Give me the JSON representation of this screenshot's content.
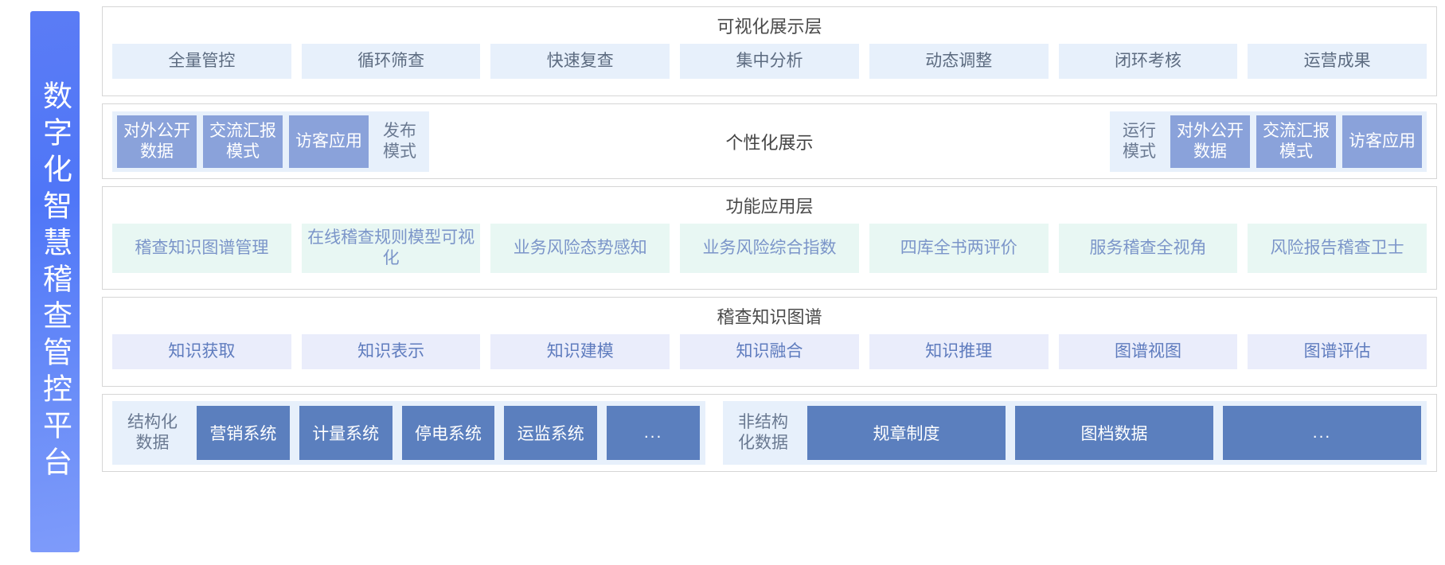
{
  "sidebar": {
    "title": "数字化智慧稽查管控平台"
  },
  "layers": {
    "visualization": {
      "title": "可视化展示层",
      "items": [
        "全量管控",
        "循环筛查",
        "快速复查",
        "集中分析",
        "动态调整",
        "闭环考核",
        "运营成果"
      ]
    },
    "personalized": {
      "title": "个性化展示",
      "left_group": [
        {
          "label": "对外公开\n数据",
          "style": "solid"
        },
        {
          "label": "交流汇报\n模式",
          "style": "solid"
        },
        {
          "label": "访客应用",
          "style": "solid"
        },
        {
          "label": "发布\n模式",
          "style": "plain"
        }
      ],
      "right_group": [
        {
          "label": "运行\n模式",
          "style": "plain"
        },
        {
          "label": "对外公开\n数据",
          "style": "solid"
        },
        {
          "label": "交流汇报\n模式",
          "style": "solid"
        },
        {
          "label": "访客应用",
          "style": "solid"
        }
      ]
    },
    "application": {
      "title": "功能应用层",
      "items": [
        "稽查知识图谱管理",
        "在线稽查规则模型可视化",
        "业务风险态势感知",
        "业务风险综合指数",
        "四库全书两评价",
        "服务稽查全视角",
        "风险报告稽查卫士"
      ]
    },
    "knowledge_graph": {
      "title": "稽查知识图谱",
      "items": [
        "知识获取",
        "知识表示",
        "知识建模",
        "知识融合",
        "知识推理",
        "图谱视图",
        "图谱评估"
      ]
    },
    "data_source": {
      "structured": {
        "label": "结构化\n数据",
        "items": [
          "营销系统",
          "计量系统",
          "停电系统",
          "运监系统",
          "..."
        ]
      },
      "unstructured": {
        "label": "非结构\n化数据",
        "items": [
          "规章制度",
          "图档数据",
          "..."
        ]
      }
    }
  },
  "colors": {
    "sidebar_gradient_start": "#5b7cf5",
    "sidebar_gradient_end": "#7e9bfa",
    "layer1_chip": "#e7f0fb",
    "layer2_chip": "#8aa2da",
    "layer3_chip": "#e8f7f3",
    "layer4_chip": "#eaedfb",
    "layer5_chip": "#5b7fbe",
    "panel_border": "#d6d6d6"
  }
}
